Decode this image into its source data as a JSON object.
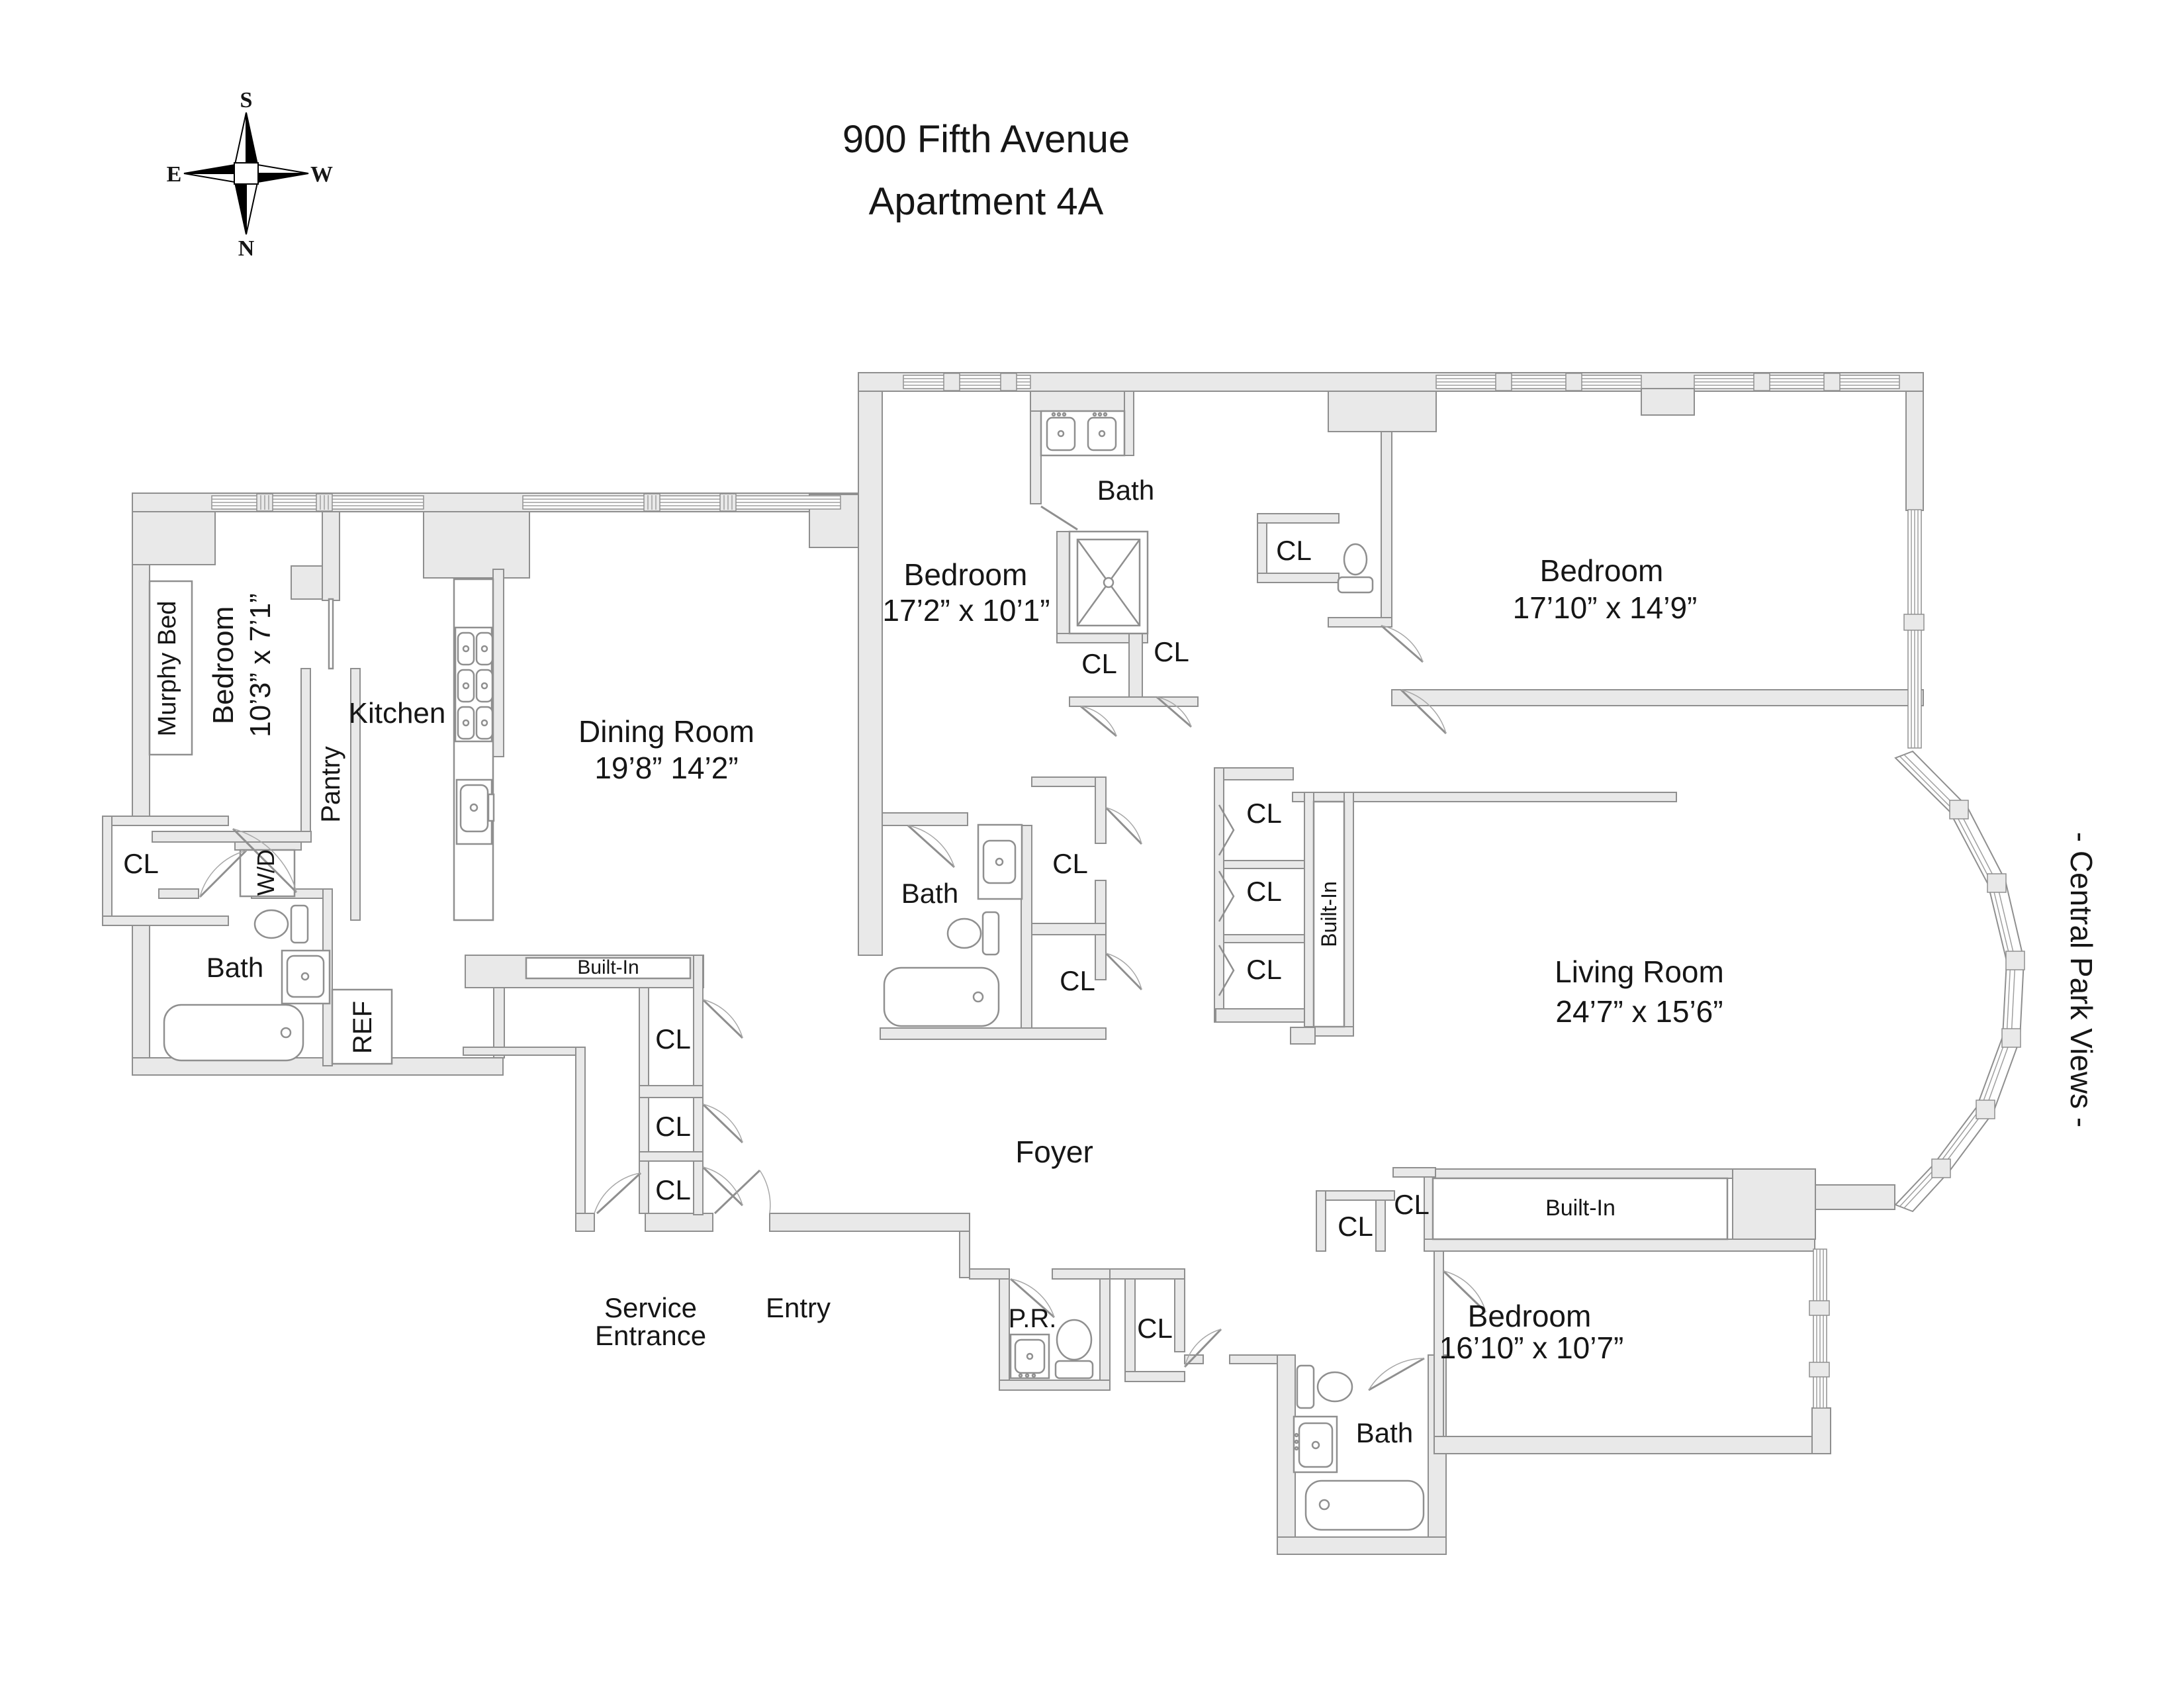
{
  "title": {
    "line1": "900 Fifth Avenue",
    "line2": "Apartment 4A"
  },
  "compass": {
    "top": "S",
    "left": "E",
    "right": "W",
    "bottom": "N"
  },
  "annotations": {
    "central_park_views": "- Central Park Views -"
  },
  "rooms": {
    "bedroom_left": {
      "name": "Bedroom",
      "dims": "10’3” x 7’1”"
    },
    "bedroom_center": {
      "name": "Bedroom",
      "dims": "17’2” x 10’1”"
    },
    "bedroom_right": {
      "name": "Bedroom",
      "dims": "17’10” x 14’9”"
    },
    "bedroom_bottom": {
      "name": "Bedroom",
      "dims": "16’10” x 10’7”"
    },
    "living_room": {
      "name": "Living Room",
      "dims": "24’7” x 15’6”"
    },
    "dining_room": {
      "name": "Dining Room",
      "dims": "19’8” 14’2”"
    },
    "kitchen": {
      "name": "Kitchen"
    },
    "pantry": {
      "name": "Pantry"
    },
    "foyer": {
      "name": "Foyer"
    }
  },
  "labels": {
    "bath": "Bath",
    "cl": "CL",
    "built_in": "Built-In",
    "murphy_bed": "Murphy Bed",
    "wd": "W/D",
    "ref": "REF",
    "pr": "P.R.",
    "entry": "Entry",
    "service_line1": "Service",
    "service_line2": "Entrance"
  },
  "colors": {
    "wall_fill": "#e9e9e9",
    "line": "#8f8f8f",
    "text": "#161616"
  }
}
